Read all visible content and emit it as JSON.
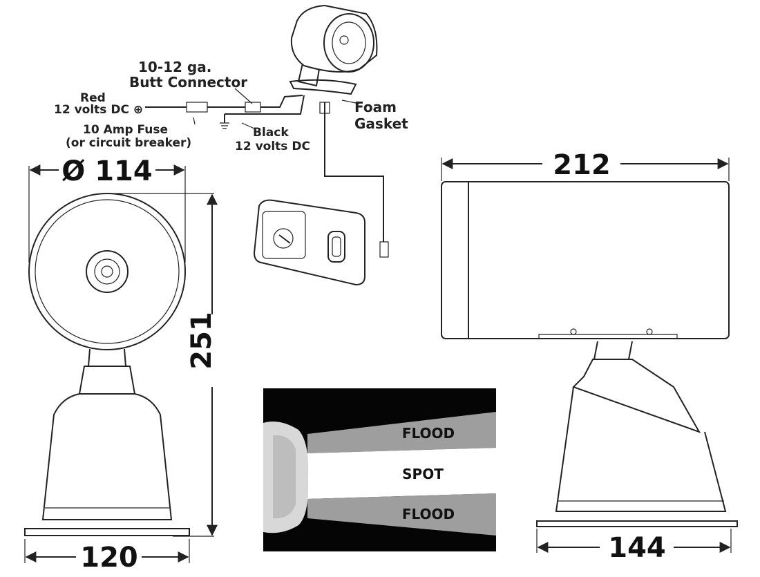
{
  "wiring": {
    "butt_connector": [
      "10-12 ga.",
      "Butt Connector"
    ],
    "red": [
      "Red",
      "12 volts DC ⊕"
    ],
    "fuse": [
      "10 Amp Fuse",
      "(or circuit breaker)"
    ],
    "black": [
      "Black",
      "12 volts DC"
    ],
    "gasket": [
      "Foam",
      "Gasket"
    ]
  },
  "dimensions": {
    "diameter": "Ø 114",
    "height": "251",
    "base_width": "120",
    "length": "212",
    "base_depth": "144"
  },
  "beam": {
    "flood_top": "FLOOD",
    "spot": "SPOT",
    "flood_bottom": "FLOOD"
  }
}
